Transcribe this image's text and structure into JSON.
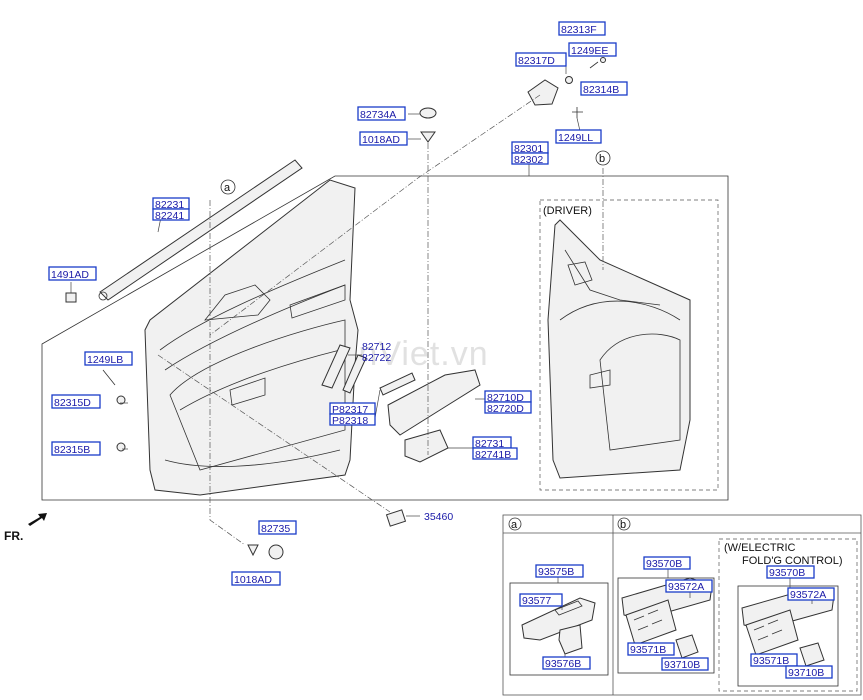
{
  "watermark": "SedanViet.vn",
  "orientation": {
    "label": "FR."
  },
  "callouts": {
    "a": "a",
    "b": "b"
  },
  "insets": {
    "driver": "(DRIVER)"
  },
  "labels": {
    "82313F": "82313F",
    "1249EE": "1249EE",
    "82317D": "82317D",
    "82314B": "82314B",
    "82734A": "82734A",
    "1018AD_top": "1018AD",
    "1249LL": "1249LL",
    "82301": "82301",
    "82302": "82302",
    "82231": "82231",
    "82241": "82241",
    "1491AD": "1491AD",
    "1249LB": "1249LB",
    "82315D": "82315D",
    "82315B": "82315B",
    "82712": "82712",
    "82722": "82722",
    "P82317": "P82317",
    "P82318": "P82318",
    "82710D": "82710D",
    "82720D": "82720D",
    "82731": "82731",
    "82741B": "82741B",
    "35460": "35460",
    "82735": "82735",
    "1018AD_bottom": "1018AD"
  },
  "detail_panel": {
    "a": {
      "tag": "a",
      "labels": {
        "93575B": "93575B",
        "93577": "93577",
        "93576B": "93576B"
      }
    },
    "b": {
      "tag": "b",
      "labels": {
        "93570B": "93570B",
        "93572A": "93572A",
        "93571B": "93571B",
        "93710B": "93710B"
      },
      "electric": {
        "title_line1": "(W/ELECTRIC",
        "title_line2": "FOLD'G CONTROL)",
        "labels": {
          "93570B": "93570B",
          "93572A": "93572A",
          "93571B": "93571B",
          "93710B": "93710B"
        }
      }
    }
  }
}
